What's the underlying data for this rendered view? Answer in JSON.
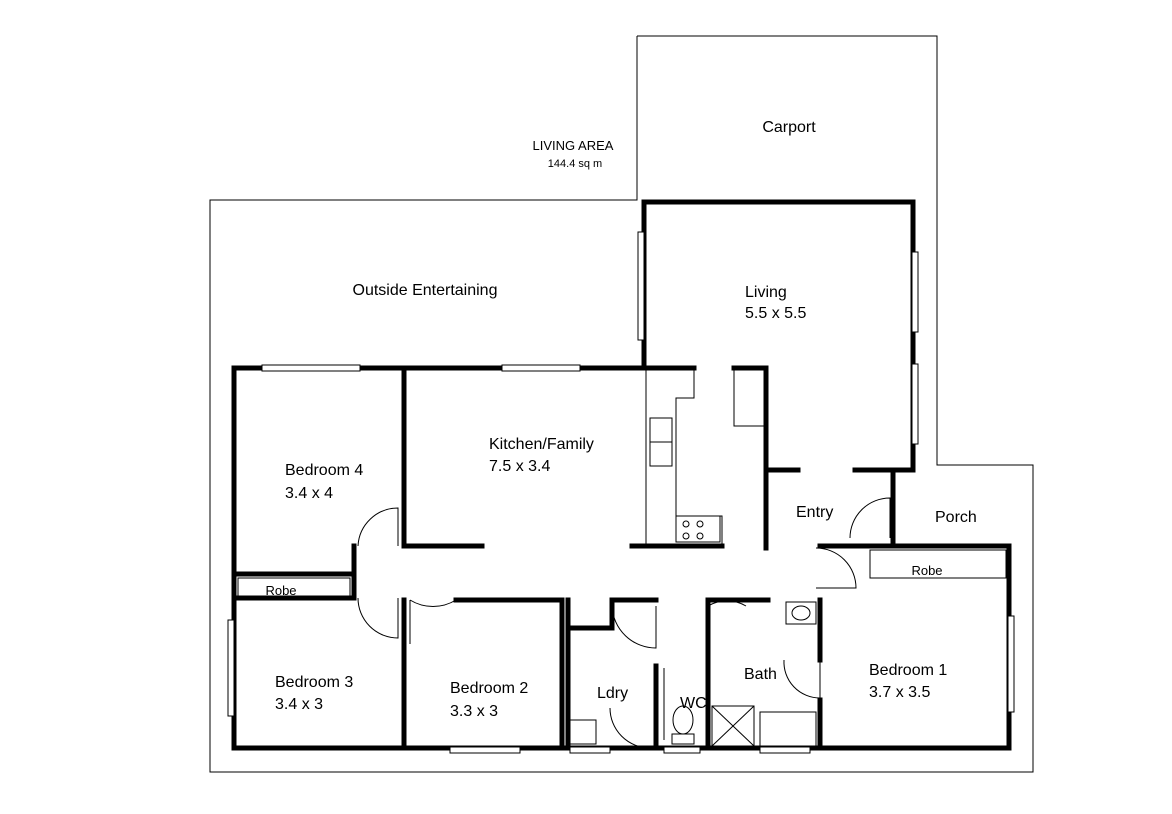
{
  "areas": {
    "living_area_title": "LIVING AREA",
    "living_area_size": "144.4 sq m",
    "carport": "Carport",
    "outside_entertaining": "Outside Entertaining",
    "porch": "Porch",
    "entry": "Entry"
  },
  "rooms": {
    "living": {
      "name": "Living",
      "size": "5.5 x 5.5"
    },
    "kitchen_family": {
      "name": "Kitchen/Family",
      "size": "7.5 x 3.4"
    },
    "bedroom4": {
      "name": "Bedroom 4",
      "size": "3.4 x 4"
    },
    "bedroom3": {
      "name": "Bedroom 3",
      "size": "3.4 x 3"
    },
    "bedroom2": {
      "name": "Bedroom 2",
      "size": "3.3 x 3"
    },
    "bedroom1": {
      "name": "Bedroom 1",
      "size": "3.7 x 3.5"
    },
    "laundry": {
      "name": "Ldry"
    },
    "wc": {
      "name": "WC"
    },
    "bath": {
      "name": "Bath"
    }
  },
  "robes": {
    "bedroom3_robe": "Robe",
    "bedroom1_robe": "Robe"
  }
}
